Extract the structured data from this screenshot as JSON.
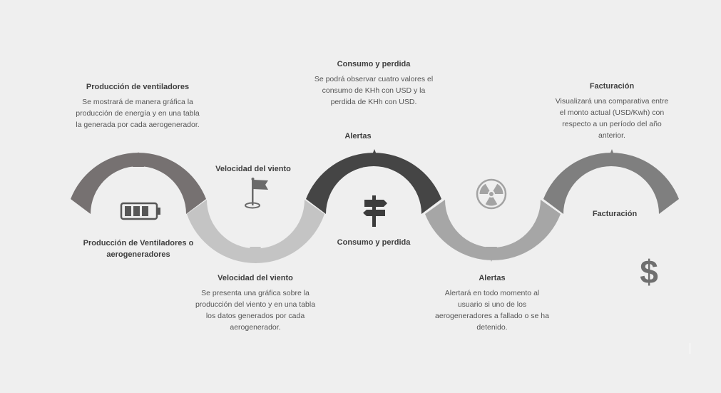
{
  "colors": {
    "background": "#efefef",
    "segment_1": "#767171",
    "segment_2": "#c4c4c4",
    "segment_3": "#454545",
    "segment_4": "#a6a6a6",
    "segment_5": "#7f7f7f",
    "icon": "#575757"
  },
  "steps": [
    {
      "top_title": "Producción de ventiladores",
      "top_desc": "Se mostrará de manera gráfica la producción de energía y en una tabla la generada por cada aerogenerador.",
      "label": "Producción de Ventiladores o aerogeneradores",
      "icon": "battery-icon"
    },
    {
      "label": "Velocidad del viento",
      "bottom_title": "Velocidad del viento",
      "bottom_desc": "Se presenta una gráfica sobre la producción del viento y en una tabla los datos generados por cada aerogenerador.",
      "icon": "flag-icon"
    },
    {
      "top_title": "Consumo y perdida",
      "top_desc": "Se podrá observar cuatro valores el consumo de KHh con USD y la perdida de KHh con USD.",
      "label_top": "Alertas",
      "label_bottom": "Consumo y perdida",
      "icon": "signpost-icon"
    },
    {
      "bottom_title": "Alertas",
      "bottom_desc": "Alertará en todo momento al usuario si uno de los aerogeneradores a fallado o se ha detenido.",
      "icon": "radiation-icon"
    },
    {
      "top_title": "Facturación",
      "top_desc": "Visualizará una comparativa entre el monto actual (USD/Kwh) con respecto a un período del año anterior.",
      "label": "Facturación",
      "icon": "dollar-icon"
    }
  ]
}
